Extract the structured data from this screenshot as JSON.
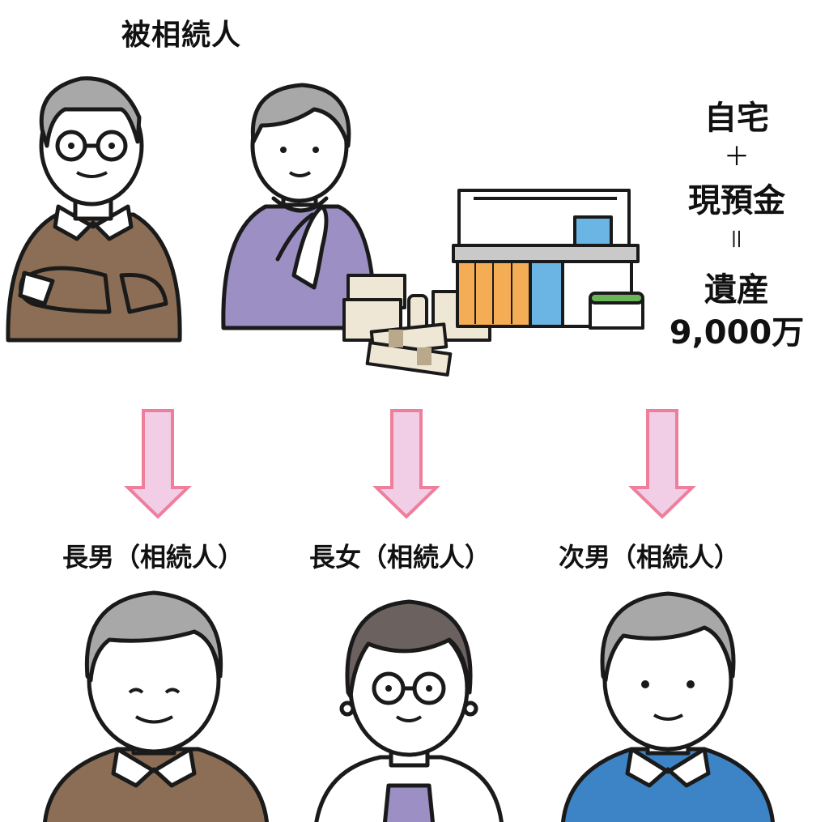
{
  "deceased": {
    "label": "被相続人"
  },
  "estate": {
    "line1": "自宅",
    "plus": "＋",
    "line2": "現預金",
    "equals": "＝",
    "line3": "遺産",
    "amount": "9,000万"
  },
  "heirs": [
    {
      "label": "長男（相続人）"
    },
    {
      "label": "長女（相続人）"
    },
    {
      "label": "次男（相続人）"
    }
  ],
  "colors": {
    "arrow_fill": "#f2cde6",
    "arrow_stroke": "#ee7e9c",
    "brown_sweater": "#8b6e55",
    "purple_sweater": "#9b8fc4",
    "blue_sweater": "#3d84c7",
    "gray_hair": "#a8a8a8",
    "dark_hair": "#6b625f",
    "shop_orange": "#f4ac55",
    "shop_blue": "#6ab5e3",
    "shop_green": "#6ab55a"
  }
}
